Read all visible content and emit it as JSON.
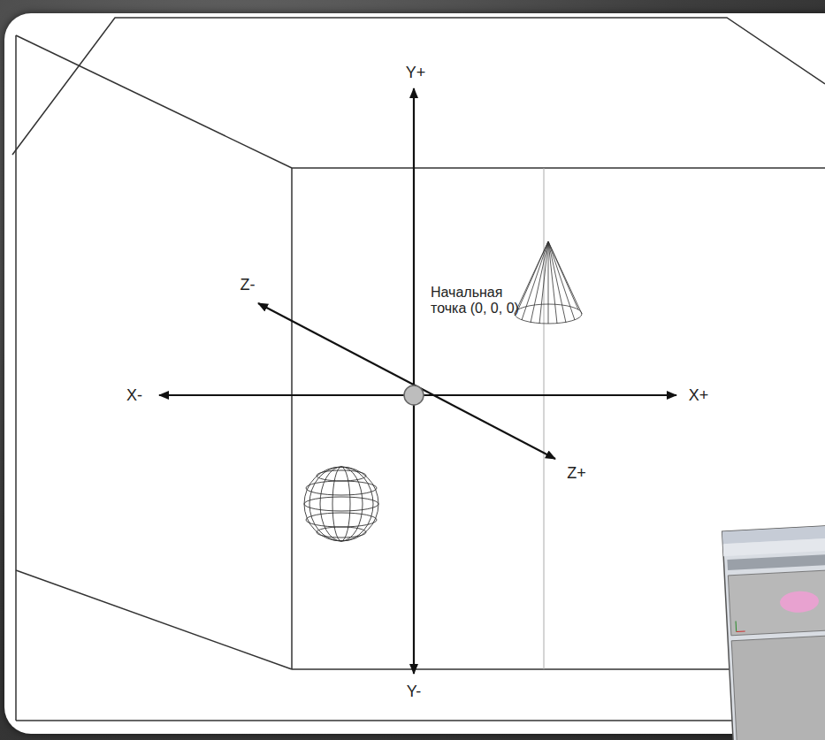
{
  "diagram": {
    "labels": [
      "Y+",
      "Z-",
      "Начальная точка (0, 0, 0)",
      "X-",
      "X+",
      "Z+",
      "Y-"
    ]
  }
}
